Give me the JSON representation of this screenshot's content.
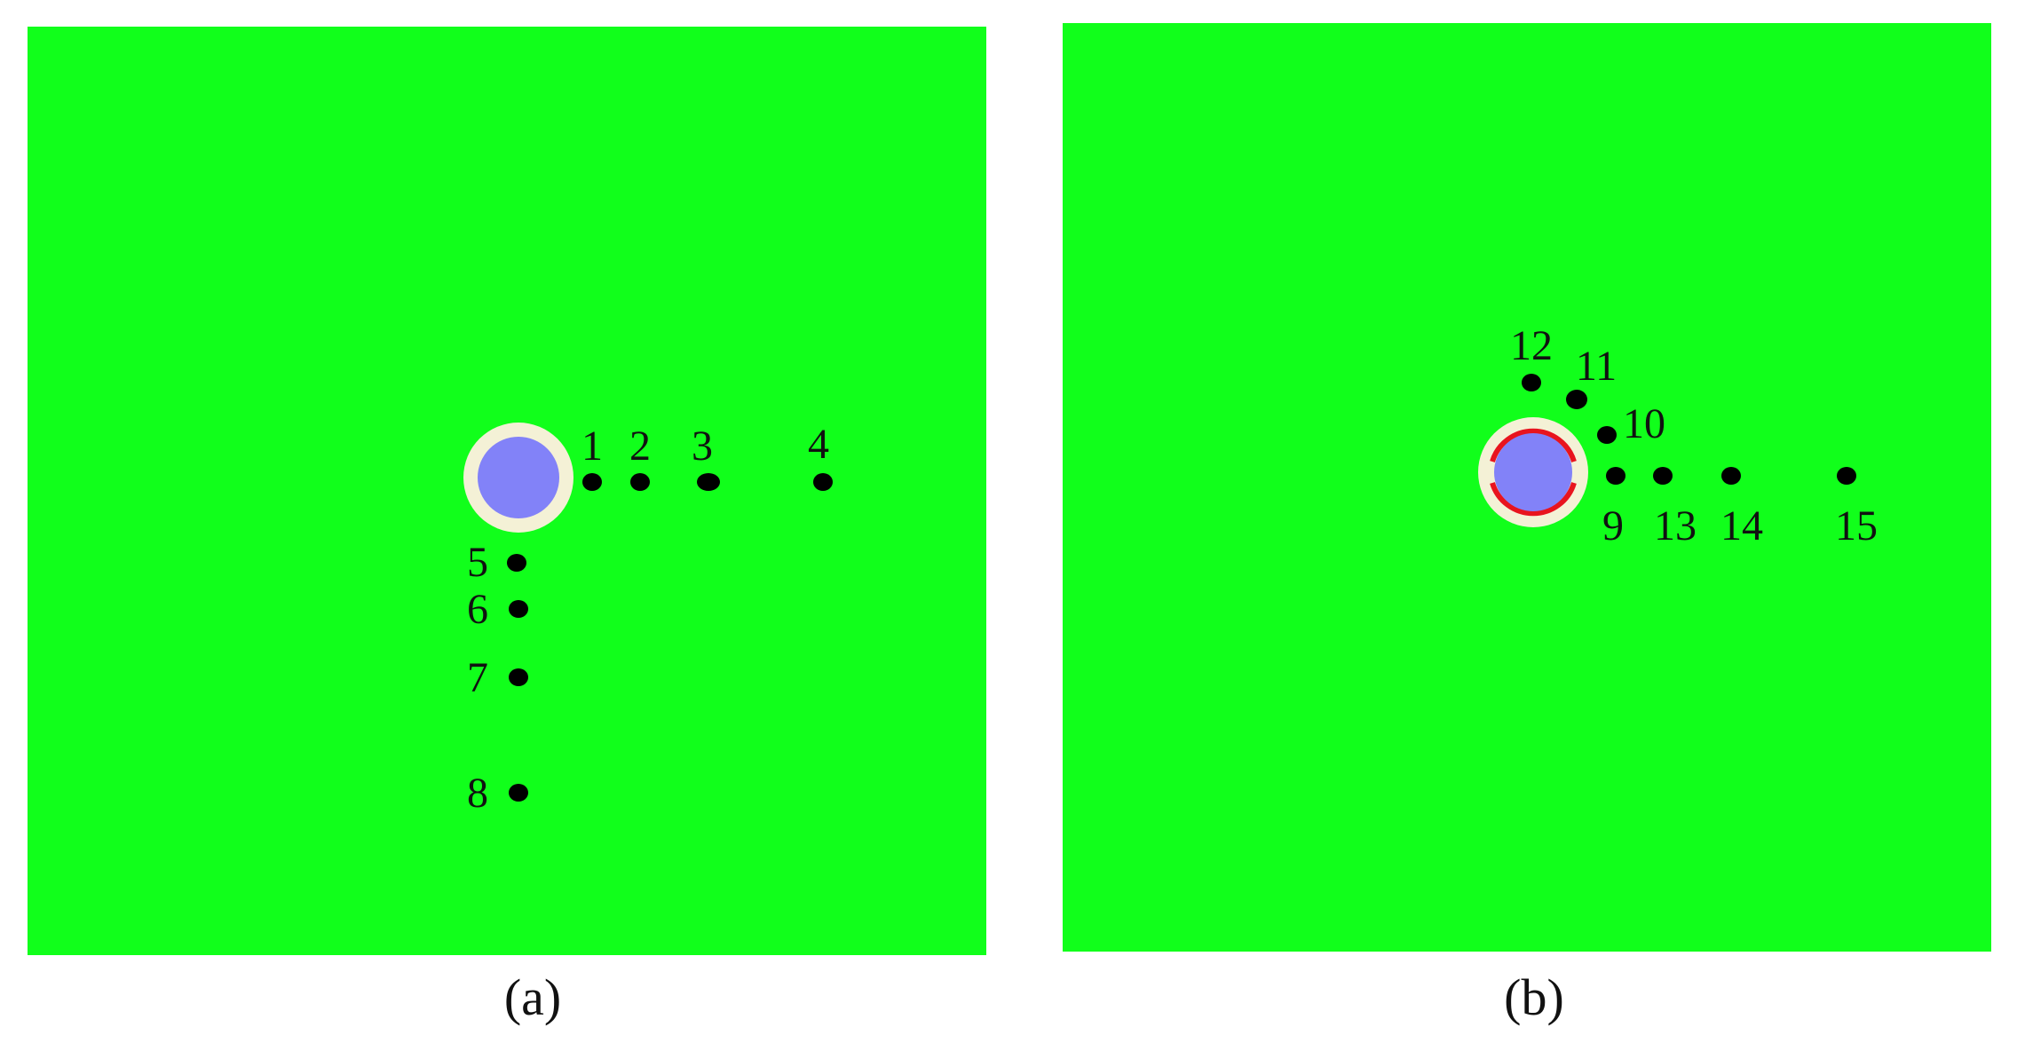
{
  "colors": {
    "background": "#ffffff",
    "domain": "#11ff1b",
    "inclusion": "#8282f8",
    "coating": "#f4f1d6",
    "interface_arc": "#e8141e",
    "point": "#000000",
    "label": "#111111"
  },
  "panels": [
    {
      "caption": "(a)",
      "points": [
        {
          "id": "p1",
          "label": "1"
        },
        {
          "id": "p2",
          "label": "2"
        },
        {
          "id": "p3",
          "label": "3"
        },
        {
          "id": "p4",
          "label": "4"
        },
        {
          "id": "p5",
          "label": "5"
        },
        {
          "id": "p6",
          "label": "6"
        },
        {
          "id": "p7",
          "label": "7"
        },
        {
          "id": "p8",
          "label": "8"
        }
      ]
    },
    {
      "caption": "(b)",
      "points": [
        {
          "id": "p9",
          "label": "9"
        },
        {
          "id": "p10",
          "label": "10"
        },
        {
          "id": "p11",
          "label": "11"
        },
        {
          "id": "p12",
          "label": "12"
        },
        {
          "id": "p13",
          "label": "13"
        },
        {
          "id": "p14",
          "label": "14"
        },
        {
          "id": "p15",
          "label": "15"
        }
      ]
    }
  ]
}
